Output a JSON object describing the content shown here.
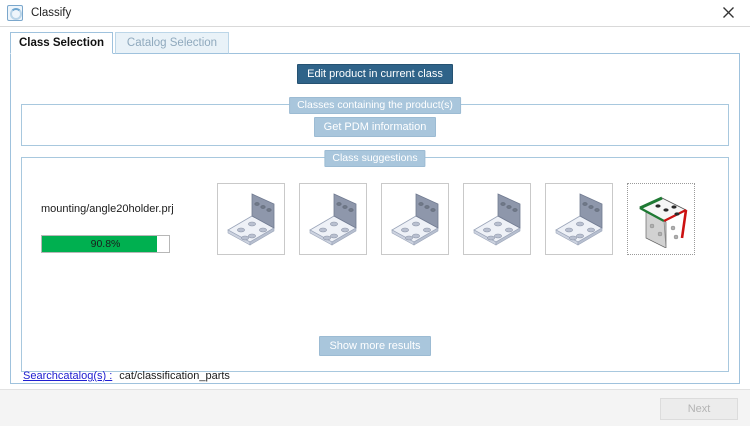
{
  "window": {
    "title": "Classify",
    "icon": "classify-icon",
    "close_label": "✕"
  },
  "tabs": [
    {
      "label": "Class Selection",
      "active": true
    },
    {
      "label": "Catalog Selection",
      "active": false
    }
  ],
  "toolbar": {
    "edit_product_label": "Edit product in current class"
  },
  "groups": {
    "classes_containing": {
      "title": "Classes containing the product(s)",
      "get_pdm_label": "Get PDM information"
    },
    "class_suggestions": {
      "title": "Class suggestions",
      "product_name": "mounting/angle20holder.prj",
      "match": {
        "percent_label": "90.8%",
        "percent_value": 90.8,
        "fill_color": "#00b050"
      },
      "show_more_label": "Show more results",
      "thumbnails": [
        {
          "name": "angle-bracket-thumbnail-1",
          "variant": "plain"
        },
        {
          "name": "angle-bracket-thumbnail-2",
          "variant": "plain"
        },
        {
          "name": "angle-bracket-thumbnail-3",
          "variant": "plain"
        },
        {
          "name": "angle-bracket-thumbnail-4",
          "variant": "plain"
        },
        {
          "name": "angle-bracket-thumbnail-5",
          "variant": "plain"
        },
        {
          "name": "angle-bracket-thumbnail-6",
          "variant": "highlighted"
        }
      ]
    }
  },
  "catalog": {
    "link_label": "Searchcatalog(s) :",
    "value": "cat/classification_parts"
  },
  "footer": {
    "next_label": "Next",
    "next_disabled": true
  },
  "colors": {
    "accent_dark": "#2f6389",
    "accent_light": "#a9c6dc",
    "border_blue": "#9fc2dd",
    "progress_green": "#00b050",
    "link_blue": "#2020d0"
  }
}
